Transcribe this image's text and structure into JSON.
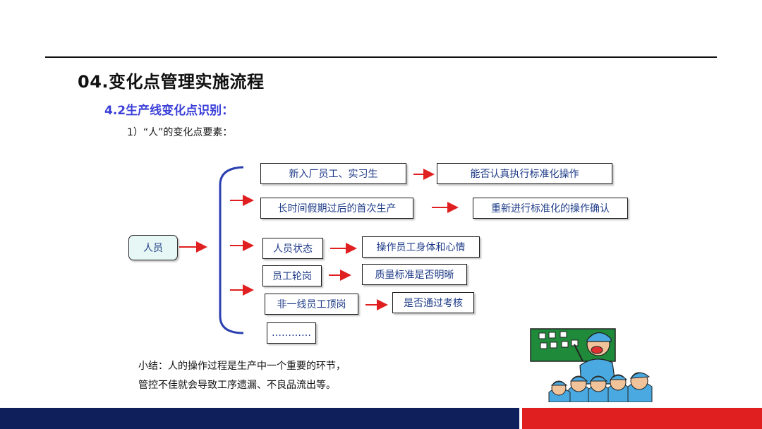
{
  "slide": {
    "title": "04.变化点管理实施流程",
    "subtitle": "4.2生产线变化点识别：",
    "point": "1）“人”的变化点要素："
  },
  "diagram": {
    "root": "人员",
    "items": [
      {
        "factor": "新入厂员工、实习生",
        "action": "能否认真执行标准化操作"
      },
      {
        "factor": "长时间假期过后的首次生产",
        "action": "重新进行标准化的操作确认"
      },
      {
        "factor": "人员状态",
        "action": "操作员工身体和心情"
      },
      {
        "factor": "员工轮岗",
        "action": "质量标准是否明晰"
      },
      {
        "factor": "非一线员工顶岗",
        "action": "是否通过考核"
      },
      {
        "factor": "…………"
      }
    ]
  },
  "summary": {
    "line1": "小结：人的操作过程是生产中一个重要的环节，",
    "line2": "管控不佳就会导致工序遗漏、不良品流出等。"
  },
  "colors": {
    "title_text": "#111111",
    "subtitle_text": "#3b3fd8",
    "box_text": "#1f3c88",
    "bracket": "#2b3fb0",
    "arrow": "#e02020",
    "footer_blue": "#0e1f5b",
    "footer_red": "#e02020"
  }
}
